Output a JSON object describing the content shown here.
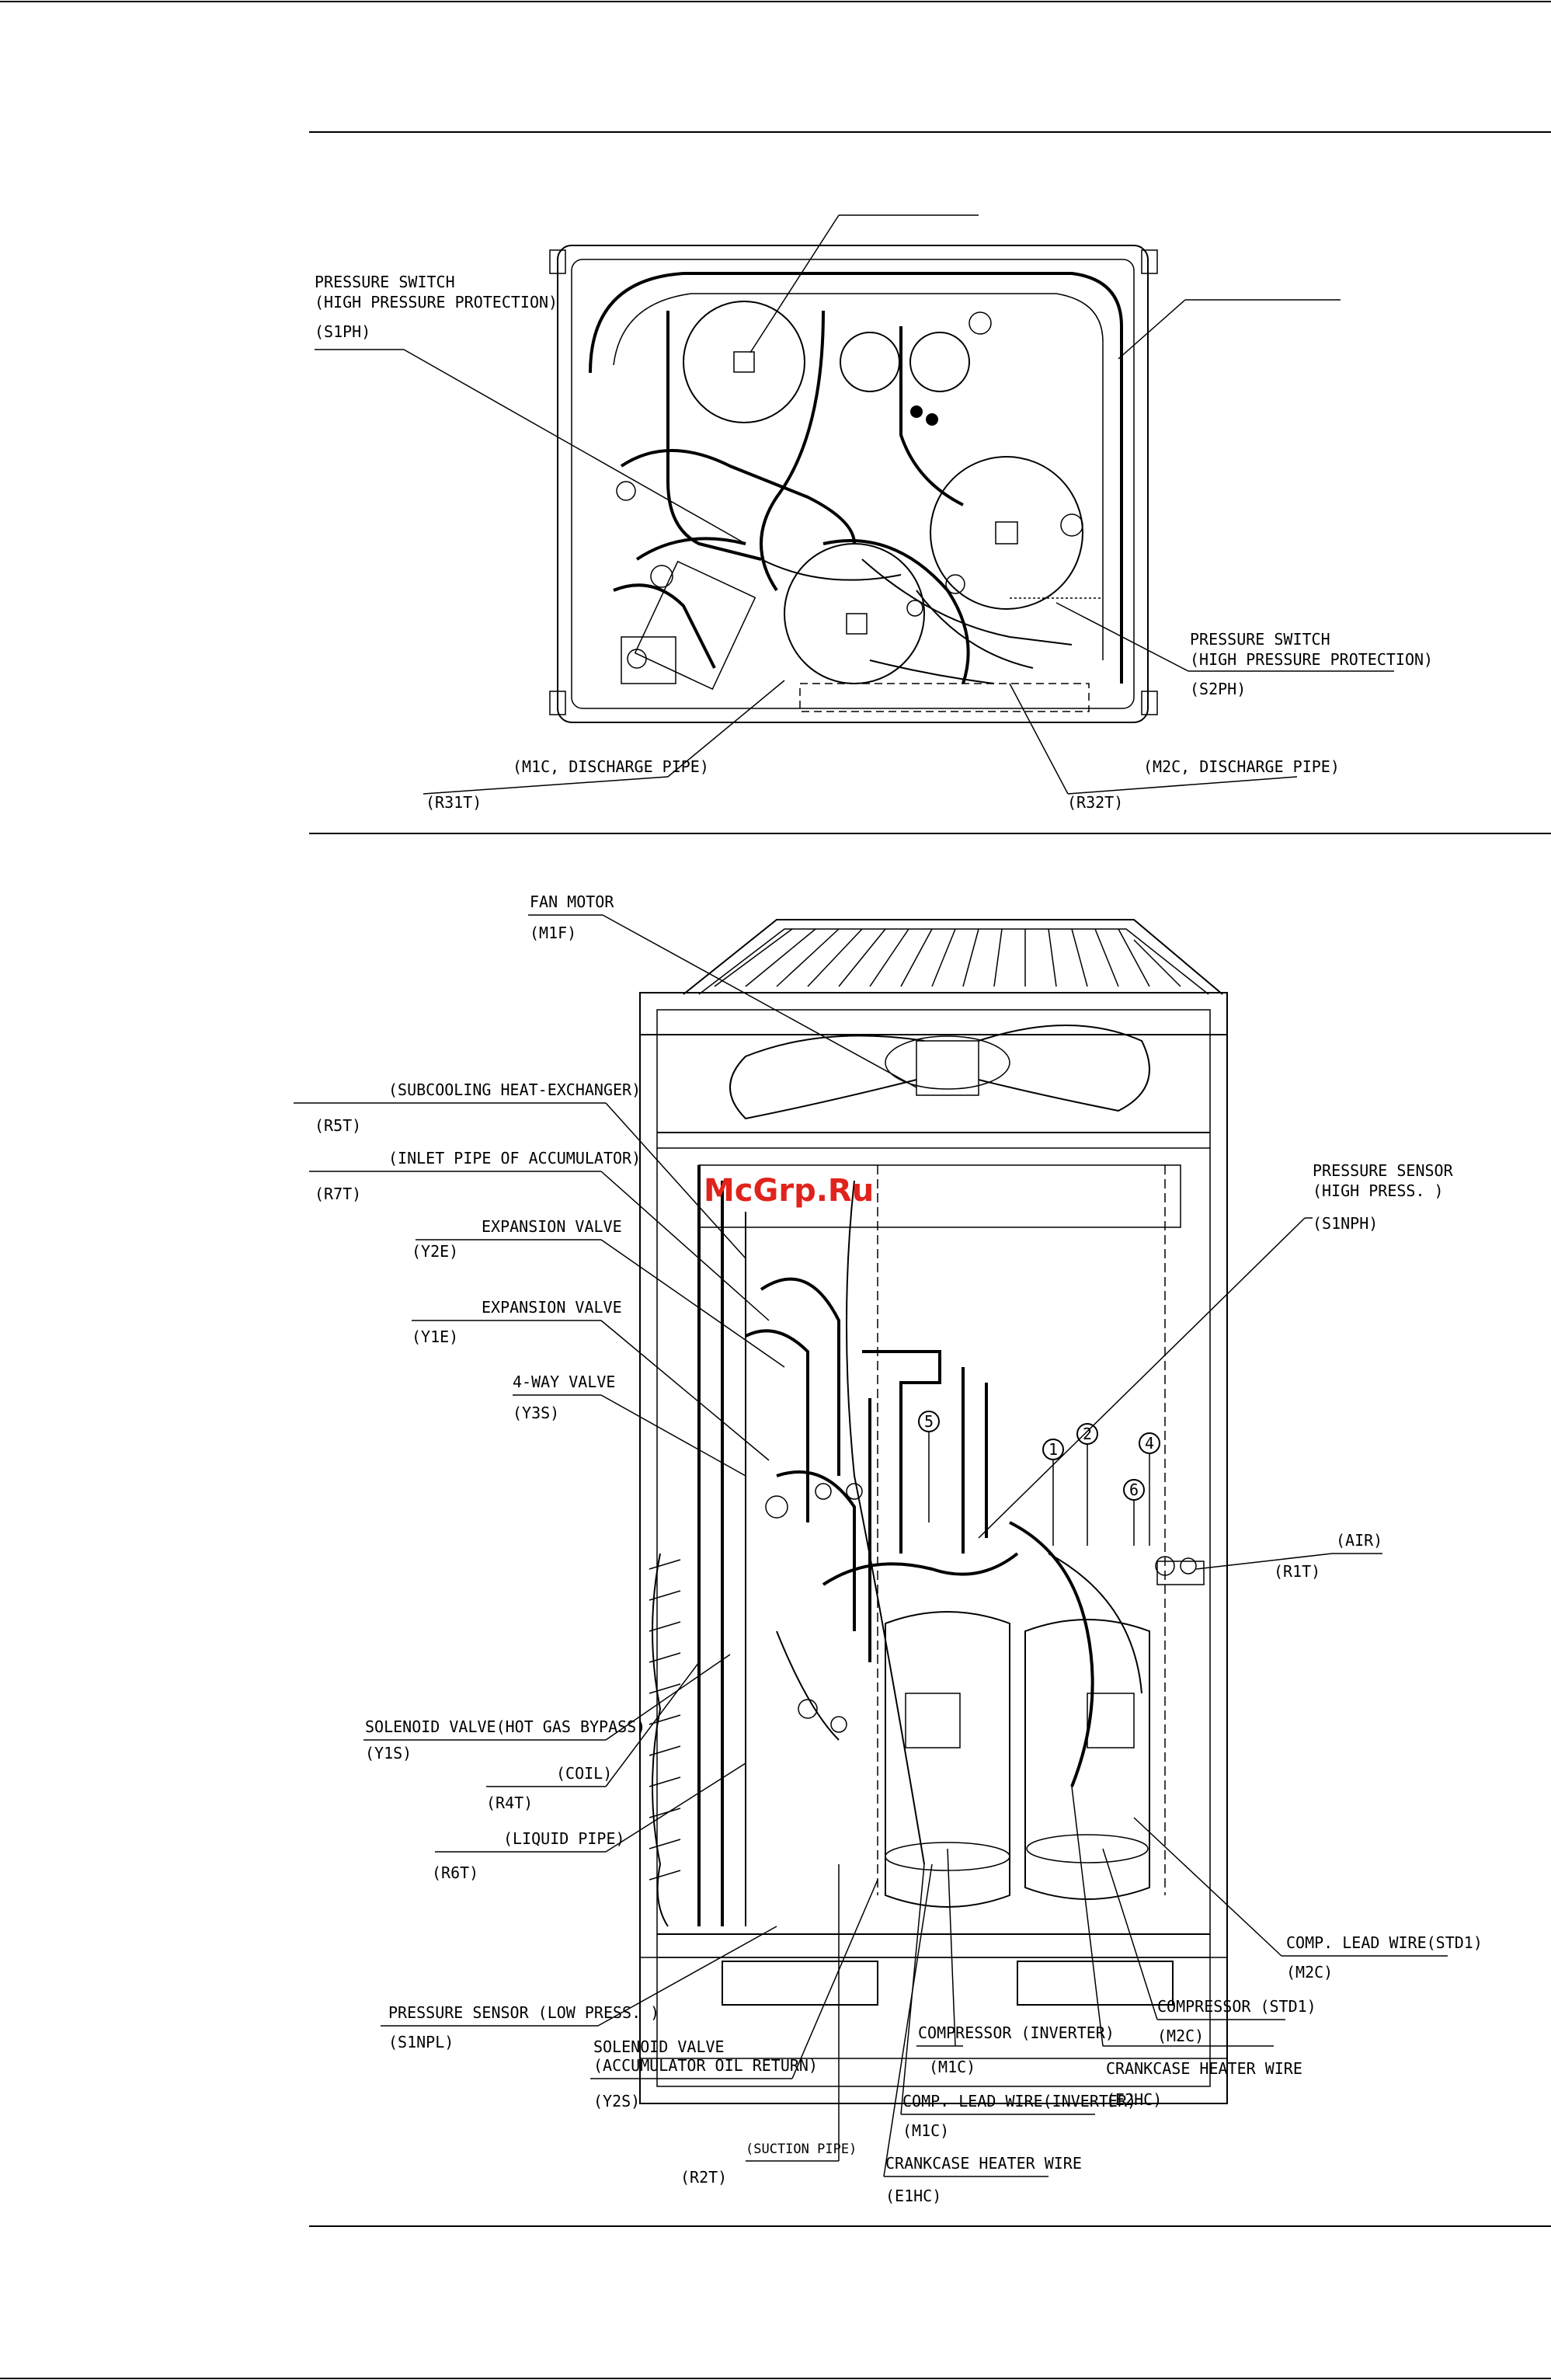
{
  "watermark": "McGrp.Ru",
  "top_view": {
    "labels": {
      "s1ph_line1": "PRESSURE SWITCH",
      "s1ph_line2": "(HIGH PRESSURE PROTECTION)",
      "s1ph_code": "(S1PH)",
      "s2ph_line1": "PRESSURE SWITCH",
      "s2ph_line2": "(HIGH PRESSURE PROTECTION)",
      "s2ph_code": "(S2PH)",
      "r31t_desc": "(M1C, DISCHARGE PIPE)",
      "r31t_code": "(R31T)",
      "r32t_desc": "(M2C, DISCHARGE PIPE)",
      "r32t_code": "(R32T)"
    }
  },
  "front_view": {
    "labels": {
      "fan_motor": "FAN MOTOR",
      "m1f": "(M1F)",
      "subcool": "(SUBCOOLING HEAT-EXCHANGER)",
      "r5t": "(R5T)",
      "inlet_acc": "(INLET PIPE OF ACCUMULATOR)",
      "r7t": "(R7T)",
      "exp_valve_1": "EXPANSION VALVE",
      "y2e": "(Y2E)",
      "exp_valve_2": "EXPANSION VALVE",
      "y1e": "(Y1E)",
      "four_way": "4-WAY VALVE",
      "y3s": "(Y3S)",
      "ps_high_1": "PRESSURE SENSOR",
      "ps_high_2": "(HIGH PRESS. )",
      "s1nph": "(S1NPH)",
      "air": "(AIR)",
      "r1t": "(R1T)",
      "sol_hotgas": "SOLENOID VALVE(HOT GAS BYPASS)",
      "y1s": "(Y1S)",
      "coil": "(COIL)",
      "r4t": "(R4T)",
      "liquid_pipe": "(LIQUID PIPE)",
      "r6t": "(R6T)",
      "comp_lead_std": "COMP. LEAD WIRE(STD1)",
      "m2c_a": "(M2C)",
      "comp_std": "COMPRESSOR (STD1)",
      "m2c_b": "(M2C)",
      "ps_low": "PRESSURE SENSOR (LOW PRESS. )",
      "s1npl": "(S1NPL)",
      "sol_acc_1": "SOLENOID VALVE",
      "sol_acc_2": "(ACCUMULATOR OIL RETURN)",
      "y2s": "(Y2S)",
      "comp_inv": "COMPRESSOR (INVERTER)",
      "m1c_a": "(M1C)",
      "crank_2": "CRANKCASE HEATER WIRE",
      "e2hc": "(E2HC)",
      "comp_lead_inv": "COMP. LEAD WIRE(INVERTER)",
      "m1c_b": "(M1C)",
      "suction": "(SUCTION PIPE)",
      "r2t": "(R2T)",
      "crank_1": "CRANKCASE HEATER WIRE",
      "e1hc": "(E1HC)"
    },
    "circle_markers": [
      "5",
      "1",
      "2",
      "4",
      "6"
    ]
  }
}
